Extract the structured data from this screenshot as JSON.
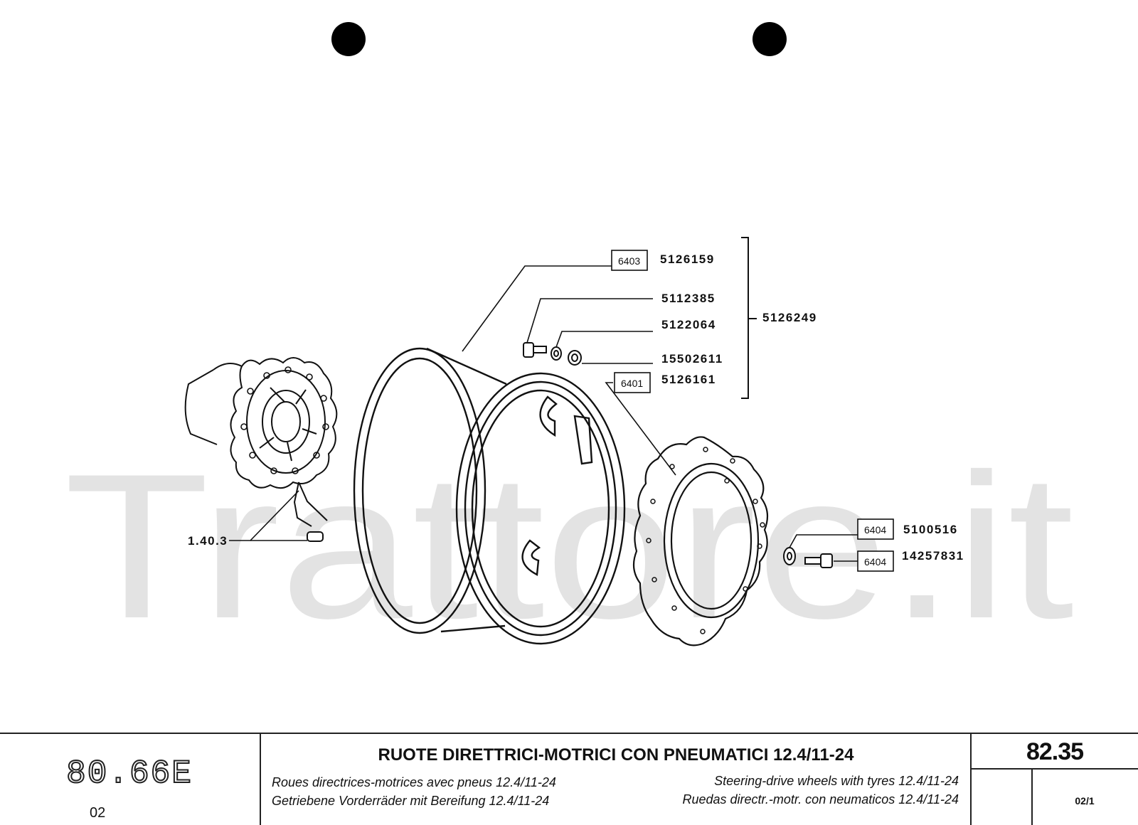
{
  "diagram": {
    "callouts": {
      "c6403": "6403",
      "c6401": "6401",
      "c6404a": "6404",
      "c6404b": "6404"
    },
    "parts": {
      "p5126159": "5126159",
      "p5112385": "5112385",
      "p5122064": "5122064",
      "p15502611": "15502611",
      "p5126161": "5126161",
      "p5126249": "5126249",
      "p5100516": "5100516",
      "p14257831": "14257831",
      "ref140": "1.40.3"
    },
    "watermark": "Trattore.it"
  },
  "title_block": {
    "model_code": "80.66E",
    "model_sub": "02",
    "title": "RUOTE DIRETTRICI-MOTRICI CON PNEUMATICI 12.4/11-24",
    "fr": "Roues directrices-motrices avec pneus 12.4/11-24",
    "de": "Getriebene Vorderräder mit Bereifung 12.4/11-24",
    "en": "Steering-drive wheels with tyres 12.4/11-24",
    "es": "Ruedas directr.-motr. con neumaticos 12.4/11-24",
    "page": "82.35",
    "page_sub": "02/1"
  }
}
